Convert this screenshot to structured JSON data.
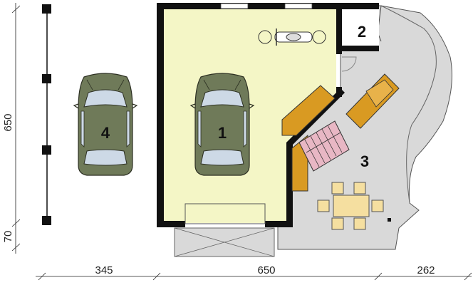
{
  "dimensions": {
    "bottom": [
      "345",
      "650",
      "262"
    ],
    "left": [
      "650",
      "70"
    ]
  },
  "rooms": {
    "garage": "1",
    "storage": "2",
    "terrace": "3",
    "parking": "4"
  },
  "colors": {
    "garage_floor": "#f4f6c6",
    "terrace_floor": "#d9d9d9",
    "wall": "#111111",
    "car": "#6f7a59",
    "furniture": "#f5dfa0",
    "cabinet": "#d99a22"
  }
}
